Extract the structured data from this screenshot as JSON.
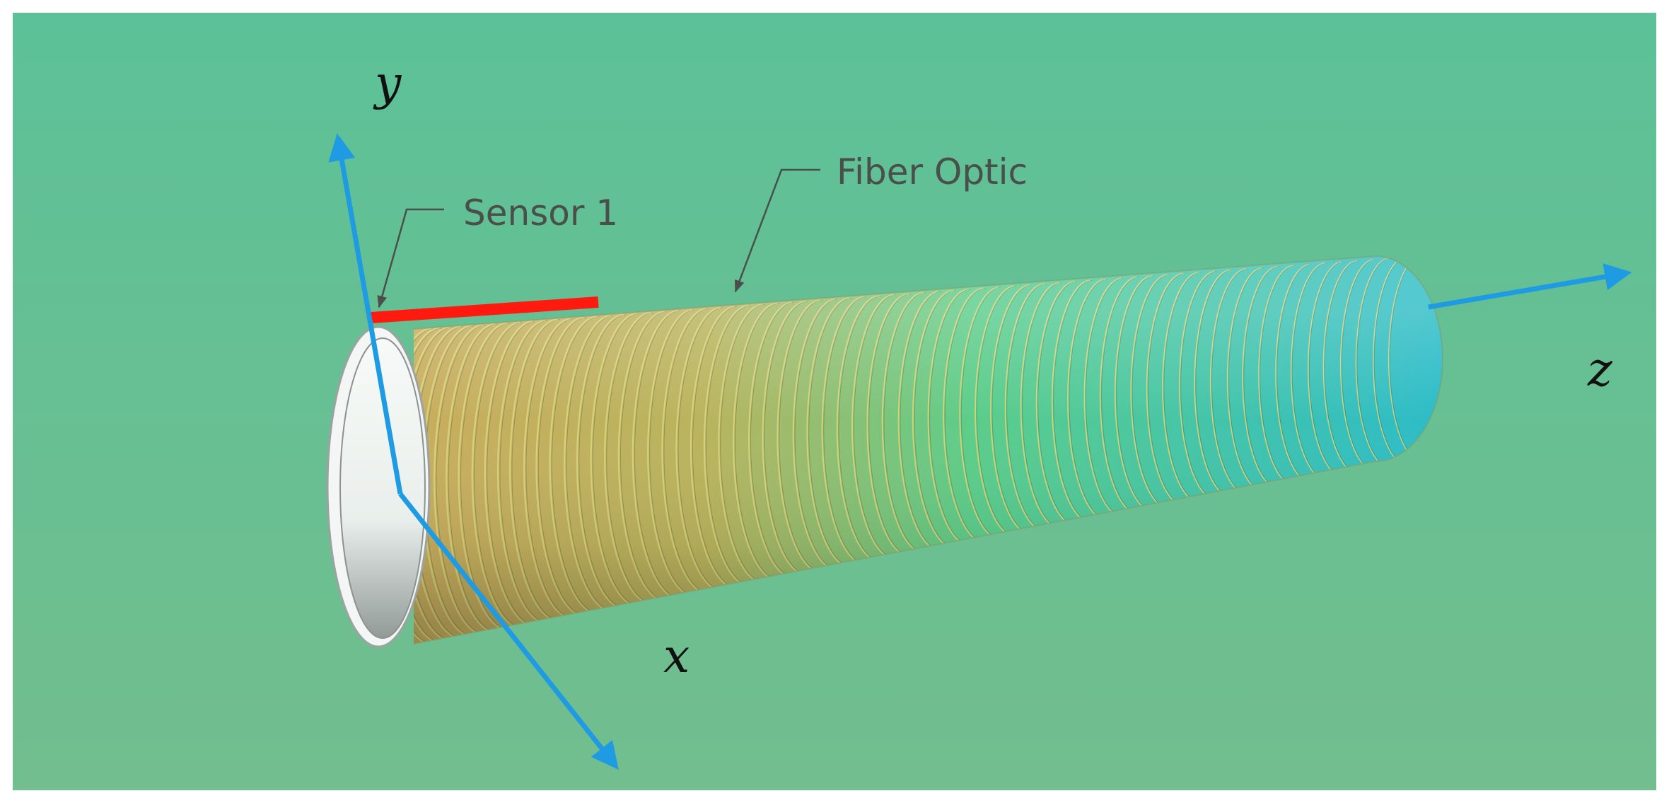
{
  "labels": {
    "sensor": "Sensor 1",
    "fiber": "Fiber Optic"
  },
  "axes": {
    "x": "x",
    "y": "y",
    "z": "z"
  },
  "colors": {
    "background": "#66bf90",
    "axis": "#1e9be3",
    "sensor": "#ff1a10",
    "tube_start": "#c9ad5e",
    "tube_mid": "#5ccd8a",
    "tube_end": "#2cbcc8",
    "coil_line": "#d8cf78",
    "tube_inner": "#eef3ef"
  },
  "coil": {
    "turns": 70
  }
}
